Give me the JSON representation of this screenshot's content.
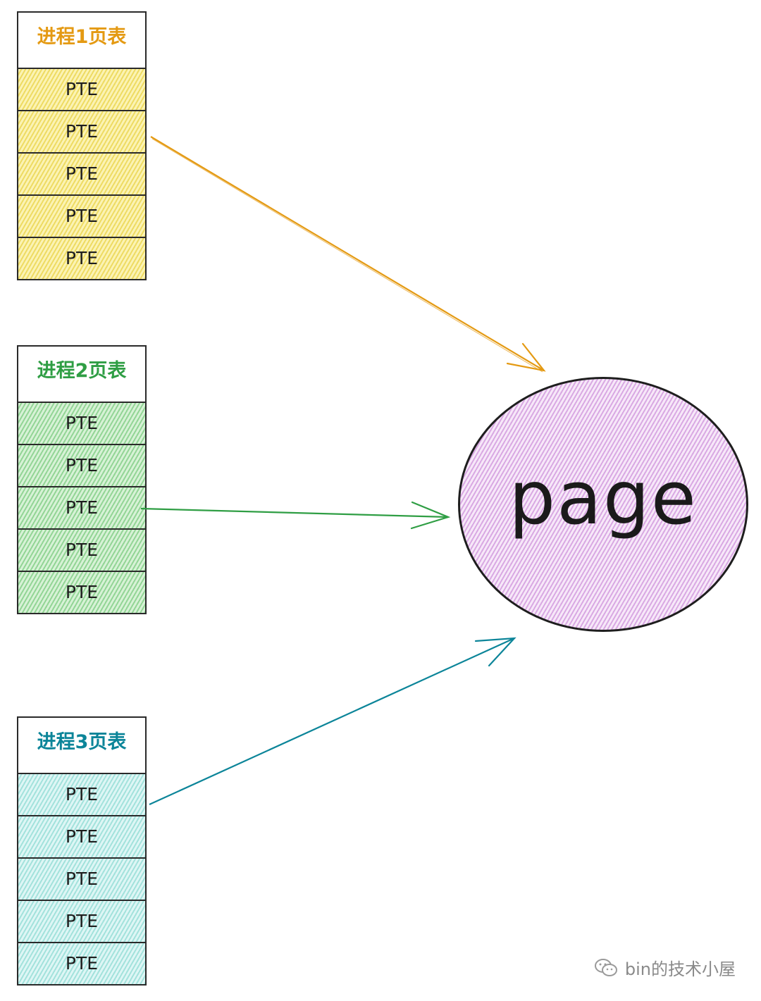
{
  "tables": [
    {
      "title": "进程1页表",
      "entries": [
        "PTE",
        "PTE",
        "PTE",
        "PTE",
        "PTE"
      ],
      "color": "#e49a13",
      "fill": "#fbf3b4"
    },
    {
      "title": "进程2页表",
      "entries": [
        "PTE",
        "PTE",
        "PTE",
        "PTE",
        "PTE"
      ],
      "color": "#2f9e44",
      "fill": "#d7f2d6"
    },
    {
      "title": "进程3页表",
      "entries": [
        "PTE",
        "PTE",
        "PTE",
        "PTE",
        "PTE"
      ],
      "color": "#0c8599",
      "fill": "#def6f5"
    }
  ],
  "page_node": {
    "label": "page",
    "fill": "#e9c8ef"
  },
  "edges": [
    {
      "from_table": 1,
      "from_entry": 2,
      "to": "page",
      "color": "#e49a13"
    },
    {
      "from_table": 2,
      "from_entry": 3,
      "to": "page",
      "color": "#2f9e44"
    },
    {
      "from_table": 3,
      "from_entry": 1,
      "to": "page",
      "color": "#0c8599"
    }
  ],
  "watermark": {
    "icon": "wechat-icon",
    "text": "bin的技术小屋"
  }
}
